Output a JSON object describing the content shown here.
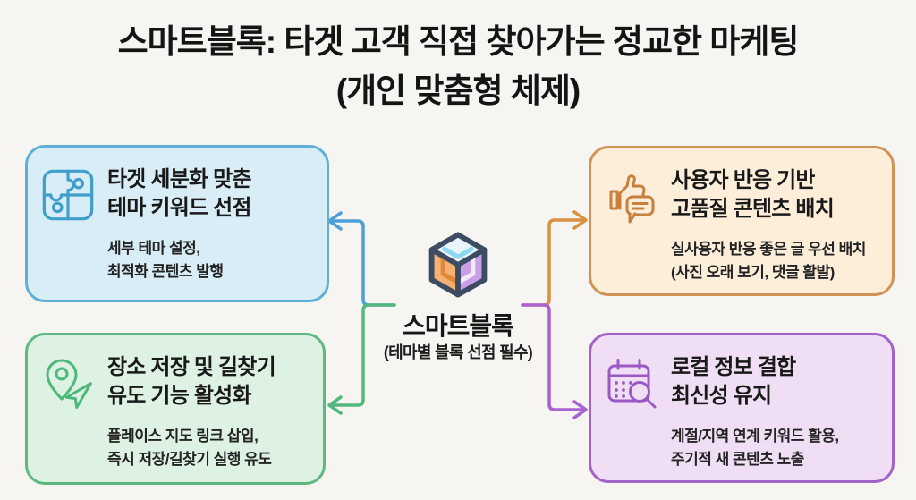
{
  "title": {
    "line1": "스마트블록: 타겟 고객 직접 찾아가는 정교한 마케팅",
    "line2": "(개인 맞춤형 체제)"
  },
  "center": {
    "label": "스마트블록",
    "sublabel": "(테마별 블록 선점 필수)",
    "icon": "smart-block-cube-icon",
    "cube_colors": {
      "outline": "#3e4c63",
      "top_face": "#e8f6fb",
      "top_chevron": "#8ed8f0",
      "left_face": "#f5b072",
      "left_chevron": "#e3873b",
      "right_face": "#c9a0e8",
      "right_chevron": "#f3eaf9"
    }
  },
  "boxes": {
    "top_left": {
      "icon": "puzzle-icon",
      "accent": "#3f9fca",
      "border": "#5fb0d8",
      "bg": "#d9edf7",
      "title": [
        "타겟 세분화 맞춘",
        "테마 키워드 선점"
      ],
      "desc": [
        "세부 테마 설정,",
        "최적화 콘텐츠 발행"
      ]
    },
    "top_right": {
      "icon": "thumbs-up-comment-icon",
      "accent": "#c8803c",
      "border": "#d09354",
      "bg": "#fdeeda",
      "title": [
        "사용자 반응 기반",
        "고품질 콘텐츠 배치"
      ],
      "desc": [
        "실사용자 반응 좋은 글 우선 배치",
        "(사진 오래 보기, 댓글 활발)"
      ]
    },
    "bottom_left": {
      "icon": "map-pin-navigation-icon",
      "accent": "#4cb87a",
      "border": "#5cb980",
      "bg": "#def2e4",
      "title": [
        "장소 저장 및 길찾기",
        "유도 기능 활성화"
      ],
      "desc": [
        "플레이스 지도 링크 삽입,",
        "즉시 저장/길찾기 실행 유도"
      ]
    },
    "bottom_right": {
      "icon": "calendar-search-icon",
      "accent": "#9b59c6",
      "border": "#a263c9",
      "bg": "#f0def5",
      "title": [
        "로컬 정보 결합",
        "최신성 유지"
      ],
      "desc": [
        "계절/지역 연계 키워드 활용,",
        "주기적 새 콘텐츠 노출"
      ]
    }
  },
  "arrows": {
    "to_top_left": "#4d9fd6",
    "to_bottom_left": "#52b87e",
    "to_top_right": "#d9913f",
    "to_bottom_right": "#a863cf"
  },
  "page_bg": "#f7f5f2"
}
